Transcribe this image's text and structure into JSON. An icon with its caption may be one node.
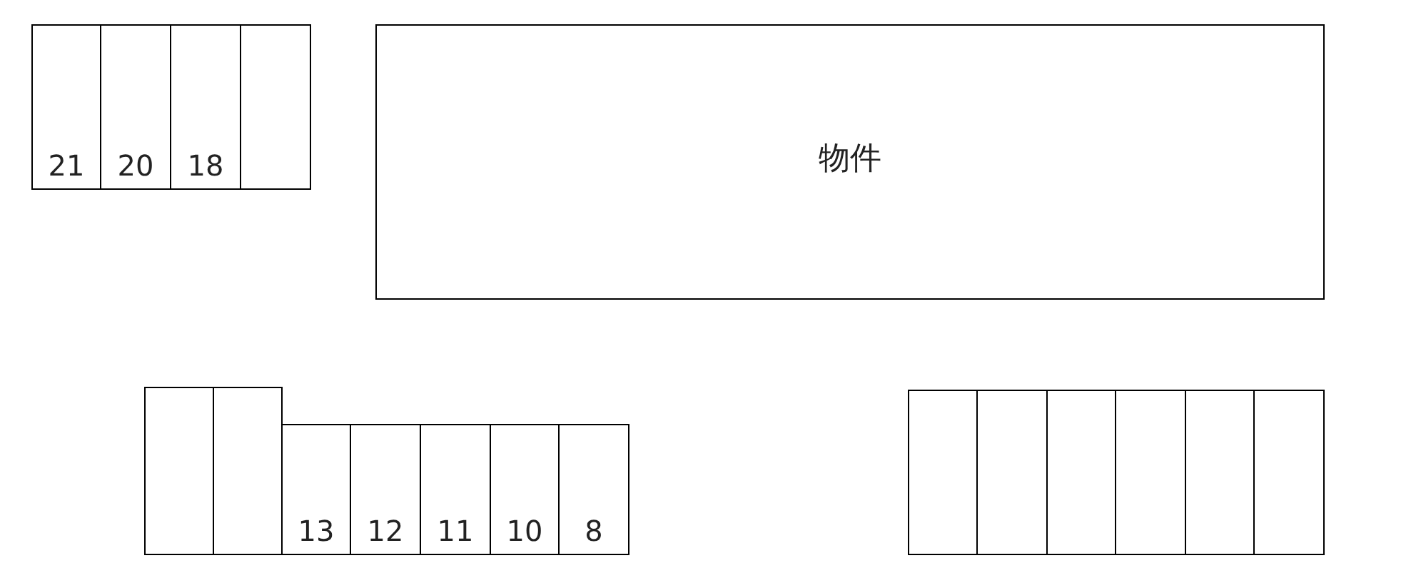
{
  "diagram": {
    "nodes": [
      {
        "text": [
          "21"
        ]
      },
      {
        "text": [
          "20"
        ]
      },
      {
        "text": [
          "18"
        ]
      },
      {
        "text": [],
        "shape": "box"
      },
      {
        "text": [
          "物件"
        ]
      },
      {
        "text": [],
        "shape": "box"
      },
      {
        "text": [],
        "shape": "box"
      },
      {
        "text": [
          "13"
        ]
      },
      {
        "text": [
          "12"
        ]
      },
      {
        "text": [
          "11"
        ]
      },
      {
        "text": [
          "10"
        ]
      },
      {
        "text": [
          "8"
        ]
      },
      {
        "text": [],
        "shape": "box"
      },
      {
        "text": [],
        "shape": "box"
      },
      {
        "text": [],
        "shape": "box"
      },
      {
        "text": [],
        "shape": "box"
      },
      {
        "text": [],
        "shape": "box"
      },
      {
        "text": [],
        "shape": "box"
      }
    ]
  }
}
